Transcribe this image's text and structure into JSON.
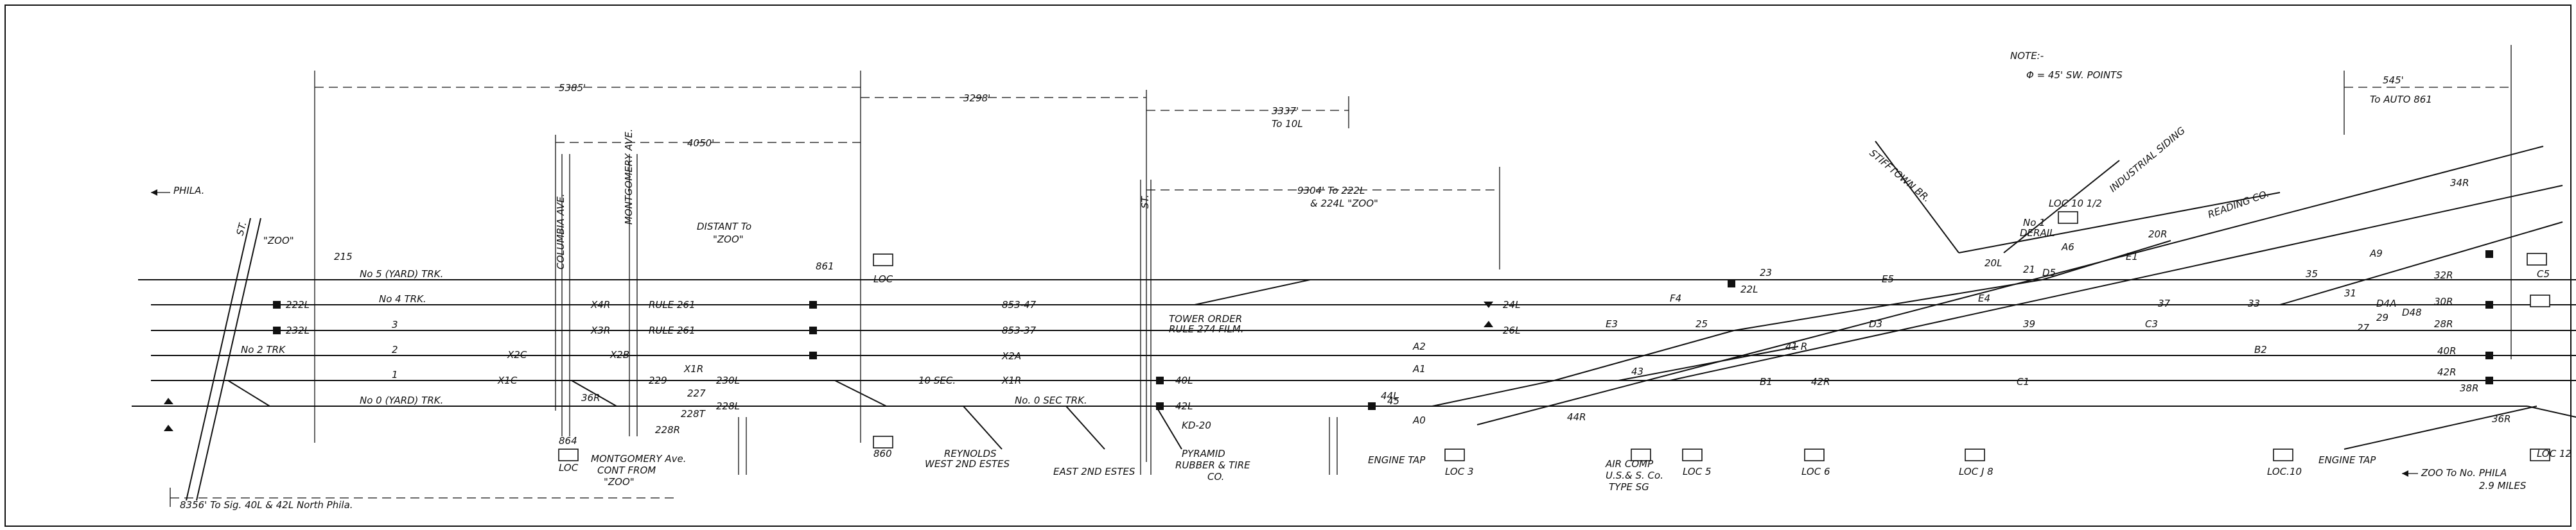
{
  "note": {
    "title": "NOTE:-",
    "line1": "Φ = 45' SW. POINTS"
  },
  "dims": {
    "d5385": "5385'",
    "d4050": "4050'",
    "d3298": "3298'",
    "d3337": "3337'",
    "d3337_sub": "To 10L",
    "d9304": "9304' To 222L",
    "d9304_sub": "& 224L \"ZOO\"",
    "d545": "545'",
    "d545_sub": "To AUTO 861",
    "d8356": "8356' To Sig. 40L & 42L  North Phila.",
    "distant1": "DISTANT To",
    "distant2": "\"ZOO\""
  },
  "tracks": {
    "no5": "No 5 (YARD) TRK.",
    "no4": "No 4 TRK.",
    "no3": "3",
    "no2": "2",
    "no1": "1",
    "no0": "No 0 (YARD) TRK.",
    "no2_left": "No 2 TRK",
    "no0sec": "No. 0 SEC TRK."
  },
  "places": {
    "phila": "PHILA.",
    "zoo": "\"ZOO\"",
    "st1": "ST.",
    "st2": "ST.",
    "columbia": "COLUMBIA AVE.",
    "montgomery": "MONTGOMERY AVE.",
    "stiffyn": "STIFFTOWN BR.",
    "industrial": "INDUSTRIAL SIDING",
    "reading": "READING CO.",
    "zoo_to_phila": "ZOO To No. PHILA",
    "miles": "2.9 MILES",
    "engine_tap1": "ENGINE TAP",
    "engine_tap2": "ENGINE TAP",
    "west2nd": "WEST 2ND ESTES",
    "east2nd": "EAST 2ND ESTES",
    "reynolds": "REYNOLDS",
    "pyramid": "PYRAMID",
    "pyramid2": "RUBBER & TIRE",
    "pyramid3": "CO.",
    "aircomp": "AIR COMP",
    "aircomp2": "U.S.& S. Co.",
    "aircomp3": "TYPE SG",
    "mont_ave": "MONTGOMERY Ave.",
    "cont_from": "CONT FROM",
    "cont_zoo": "\"ZOO\"",
    "tower_order": "TOWER ORDER",
    "tower_order2": "RULE 274 FILM.",
    "no1_derail": "No 1",
    "derail": "DERAIL"
  },
  "labels": {
    "zoo_215": "215",
    "s222L": "222L",
    "s232L": "232L",
    "x4r": "X4R",
    "x3r": "X3R",
    "x2b": "X2B",
    "x2c": "X2C",
    "x1c": "X1C",
    "x1r": "X1R",
    "rule261a": "RULE 261",
    "rule261b": "RULE 261",
    "s861": "861",
    "s853_47": "853-47",
    "s853_37": "853-37",
    "x2a": "X2A",
    "x1r2": "X1R",
    "s10sec": "10 SEC.",
    "s36r": "36R",
    "s229": "229",
    "s227": "227",
    "s228r": "228R",
    "s228t": "228T",
    "s230l": "230L",
    "s228l": "228L",
    "s864": "864",
    "s860": "860",
    "s40l": "40L",
    "s42l": "42L",
    "s44l": "44L",
    "s44r": "44R",
    "s24l": "24L",
    "s26l": "26L",
    "s22l": "22L",
    "s23": "23",
    "a1": "A1",
    "a2": "A2",
    "a0": "A0",
    "s45": "45",
    "f4": "F4",
    "e3": "E3",
    "e5": "E5",
    "d3": "D3",
    "d5": "D5",
    "e4": "E4",
    "s25": "25",
    "s43": "43",
    "b1": "B1",
    "c1": "C1",
    "c3": "C3",
    "b2": "B2",
    "s41r": "41 R",
    "s42r": "42R",
    "s20l": "20L",
    "s21": "21",
    "a6": "A6",
    "e1": "E1",
    "s20r": "20R",
    "s34r": "34R",
    "s32r": "32R",
    "s30r": "30R",
    "s28r": "28R",
    "s40r": "40R",
    "s42r2": "42R",
    "s38r": "38R",
    "s36r2": "36R",
    "loc": "LOC",
    "loc3": "LOC 3",
    "loc5": "LOC 5",
    "loc6": "LOC 6",
    "loc8": "LOC J 8",
    "loc10": "LOC.10",
    "loc12": "LOC 12",
    "loc105": "LOC 10 1/2",
    "kd20": "KD-20",
    "s27": "27",
    "s29": "29",
    "s33": "33",
    "s35": "35",
    "s31": "31",
    "s37": "37",
    "s39": "39",
    "a9": "A9",
    "d4a": "D4A",
    "d48": "D48",
    "c5": "C5"
  }
}
